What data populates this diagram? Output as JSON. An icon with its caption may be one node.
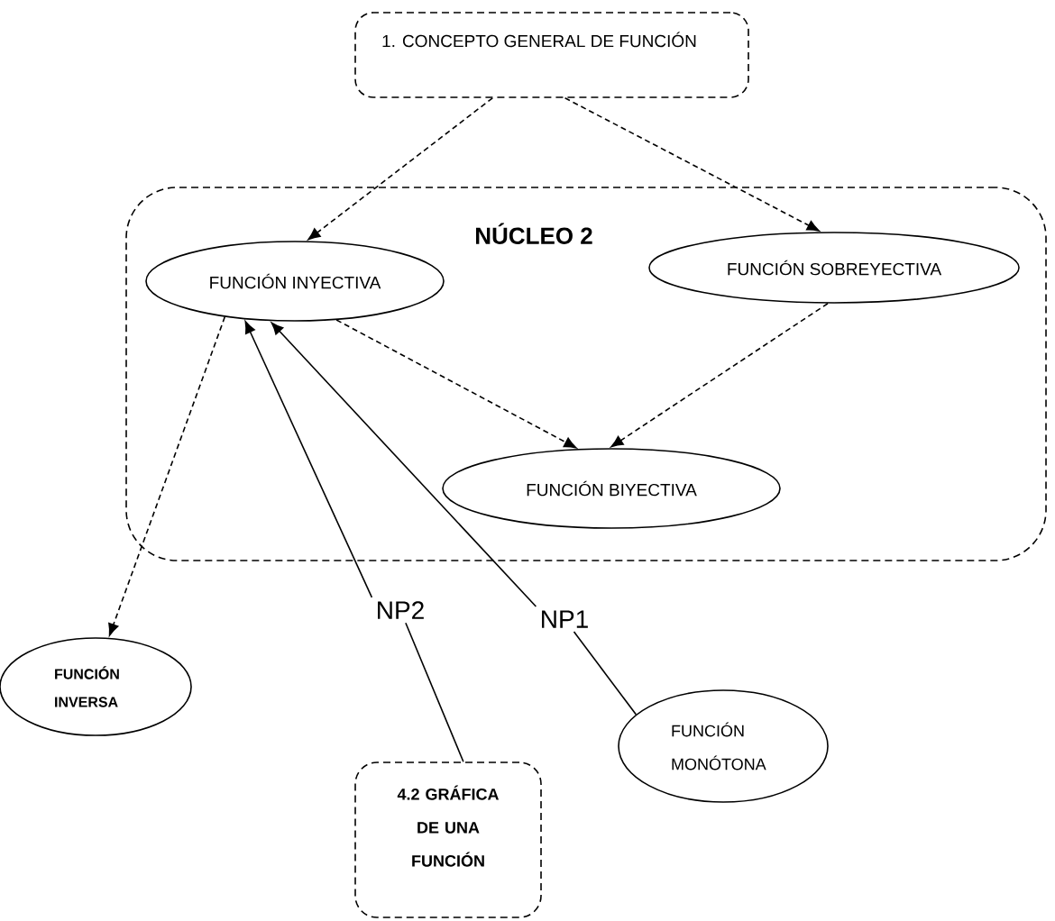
{
  "diagram": {
    "nodes": [
      {
        "text": [
          "1. CONCEPTO GENERAL DE FUNCIÓN"
        ]
      },
      {
        "text": [
          "NÚCLEO 2"
        ]
      },
      {
        "text": [
          "FUNCIÓN INYECTIVA"
        ],
        "in": 1
      },
      {
        "text": [
          "FUNCIÓN SOBREYECTIVA"
        ],
        "in": 1
      },
      {
        "text": [
          "FUNCIÓN BIYECTIVA"
        ],
        "in": 1
      },
      {
        "text": [
          "FUNCIÓN INVERSA"
        ]
      },
      {
        "text": [
          "NP2"
        ]
      },
      {
        "text": [
          "NP1"
        ]
      },
      {
        "text": [
          "FUNCIÓN MONÓTONA"
        ]
      },
      {
        "text": [
          "4.2 GRÁFICA DE UNA FUNCIÓN"
        ]
      }
    ],
    "edges": [
      {
        "from": 0,
        "to": 2,
        "arrow": "to",
        "style": "dashed"
      },
      {
        "from": 0,
        "to": 3,
        "arrow": "to",
        "style": "dashed"
      },
      {
        "from": 2,
        "to": 4,
        "arrow": "to",
        "style": "dashed"
      },
      {
        "from": 3,
        "to": 4,
        "arrow": "to",
        "style": "dashed"
      },
      {
        "from": 2,
        "to": 5,
        "arrow": "to",
        "style": "dashed"
      },
      {
        "from": 6,
        "to": 2,
        "arrow": "to"
      },
      {
        "from": 7,
        "to": 2,
        "arrow": "to"
      },
      {
        "from": 9,
        "to": 6,
        "arrow": "none"
      },
      {
        "from": 8,
        "to": 7,
        "arrow": "none"
      }
    ]
  }
}
